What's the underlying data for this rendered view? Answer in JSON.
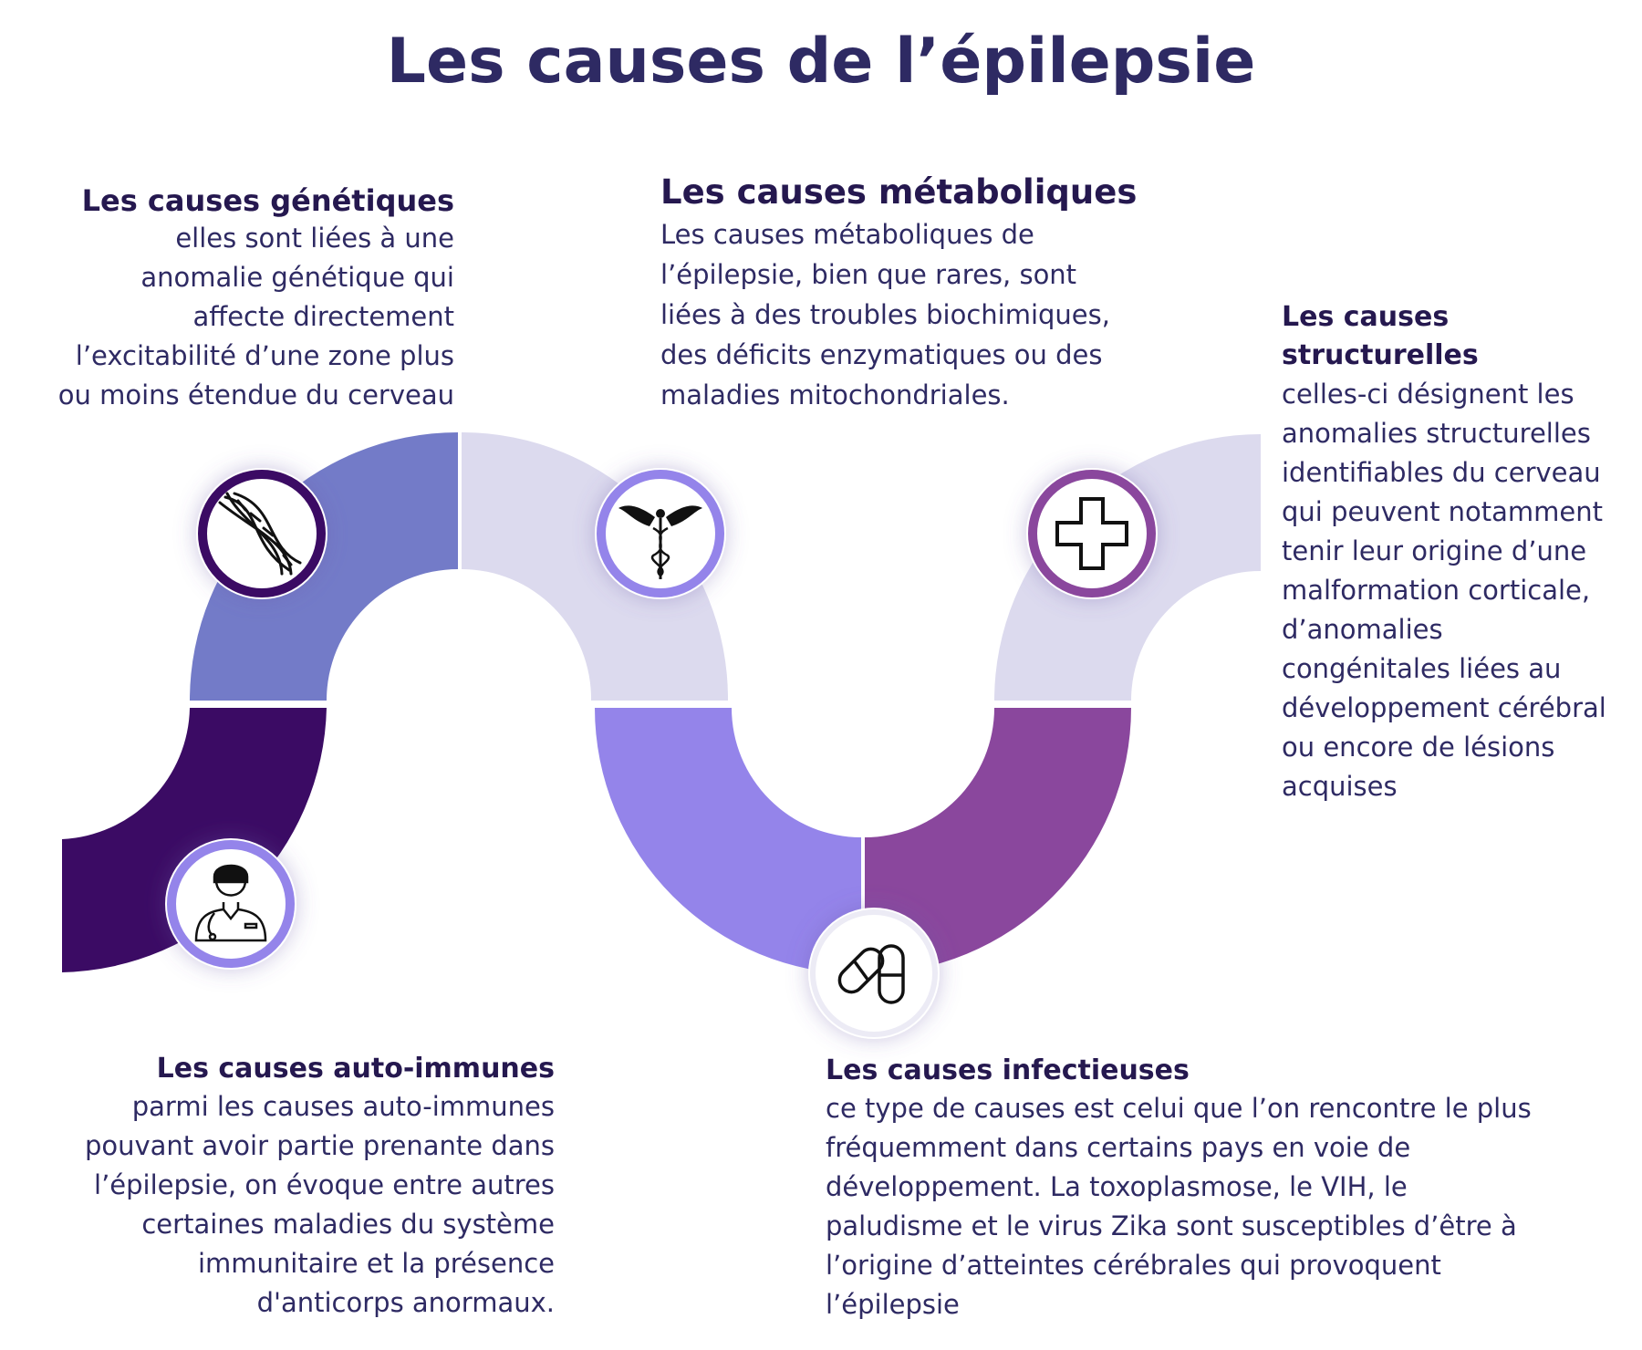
{
  "title": "Les causes de l’épilepsie",
  "colors": {
    "title": "#2e2a63",
    "heading": "#25184f",
    "text": "#2e2a63",
    "seg_genetic": "#737bc8",
    "seg_autoimmune": "#3b0b64",
    "seg_metabolic": "#dcdaee",
    "seg_infectious": "#9484ea",
    "seg_malaria": "#8a479d",
    "seg_structural": "#dcdaee"
  },
  "sections": {
    "genetic": {
      "heading": "Les causes génétiques",
      "lines": [
        "elles sont liées à une",
        "anomalie génétique qui",
        "affecte directement",
        "l’excitabilité d’une zone plus",
        "ou moins étendue du cerveau"
      ],
      "icon": "dna-icon"
    },
    "metabolic": {
      "heading": "Les causes métaboliques",
      "lines": [
        "Les causes métaboliques de",
        "l’épilepsie, bien que rares, sont",
        "liées à des troubles biochimiques,",
        "des déficits enzymatiques ou des",
        "maladies mitochondriales."
      ],
      "icon": "caduceus-icon"
    },
    "structural": {
      "heading": "Les causes structurelles",
      "lines": [
        "celles-ci désignent les",
        "anomalies structurelles",
        "identifiables du cerveau",
        "qui peuvent notamment",
        "tenir leur origine d’une",
        "malformation corticale,",
        "d’anomalies",
        "congénitales liées au",
        "développement cérébral",
        "ou encore de lésions",
        "acquises"
      ],
      "icon": "medical-cross-icon"
    },
    "autoimmune": {
      "heading": "Les causes auto-immunes",
      "lines": [
        "parmi les causes auto-immunes",
        "pouvant avoir partie prenante dans",
        "l’épilepsie, on évoque entre autres",
        "certaines maladies du système",
        "immunitaire et la présence",
        "d'anticorps anormaux."
      ],
      "icon": "doctor-icon"
    },
    "infectious": {
      "heading": "Les causes infectieuses",
      "lines": [
        "ce type de causes est celui que l’on rencontre le plus",
        "fréquemment dans certains pays en voie de",
        "développement. La toxoplasmose, le VIH, le",
        "paludisme et le virus Zika sont susceptibles d’être à",
        "l’origine d’atteintes cérébrales qui provoquent",
        "l’épilepsie"
      ],
      "icon": "pills-icon"
    }
  }
}
